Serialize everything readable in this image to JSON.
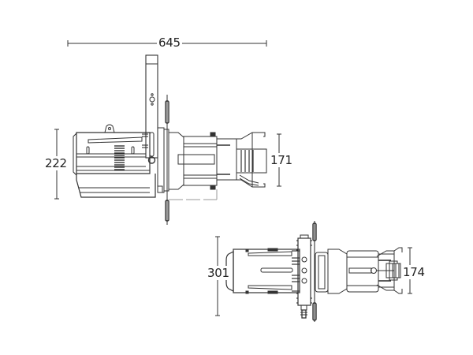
{
  "diagram": {
    "type": "technical-dimension-drawing",
    "subject": "profile spot light fixture",
    "views": [
      {
        "name": "side-view",
        "dimensions": {
          "overall_length": "645",
          "body_height": "222",
          "lens_tube_height": "171"
        }
      },
      {
        "name": "top-view",
        "dimensions": {
          "yoke_width": "301",
          "lens_tube_width": "174"
        }
      }
    ],
    "colors": {
      "line": "#333333",
      "background": "#ffffff",
      "text": "#222222"
    }
  }
}
